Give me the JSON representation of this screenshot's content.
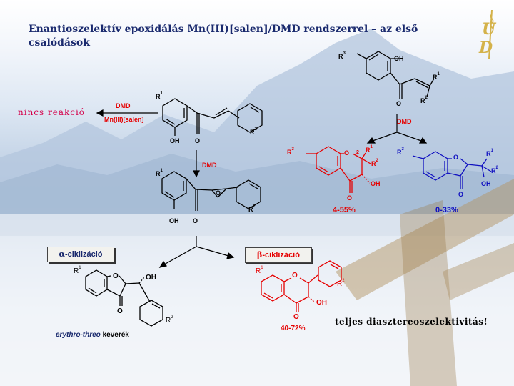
{
  "title": "Enantioszelektív epoxidálás Mn(III)[salen]/DMD rendszerrel – az első csalódások",
  "logo": {
    "letters": [
      "U",
      "D"
    ],
    "color": "#d4b24a"
  },
  "left_arrow": {
    "result": "nincs reakció",
    "reagent_top": "DMD",
    "reagent_bottom": "Mn(III)[salen]"
  },
  "chalcone": {
    "R1": "R",
    "R1_sup": "1",
    "R2": "R",
    "R2_sup": "2",
    "OH": "OH",
    "O": "O"
  },
  "arrow_dmd": "DMD",
  "epoxide": {
    "R1": "R",
    "R1_sup": "1",
    "R2": "R",
    "R2_sup": "2",
    "OH": "OH",
    "O": "O",
    "ring_O": "O"
  },
  "hydroxychalcone": {
    "R3": "R",
    "R3_sup": "3",
    "OH": "OH",
    "R1": "R",
    "R1_sup": "1",
    "R2": "R",
    "R2_sup": "2",
    "O": "O"
  },
  "right_arrow": "DMD",
  "flavanone": {
    "R3": "R",
    "R3_sup": "3",
    "ring_O": "O",
    "pos2": "2",
    "R1": "R",
    "R1_sup": "1",
    "R2": "R",
    "R2_sup": "2",
    "OH": "OH",
    "O": "O",
    "yield": "4-55%"
  },
  "aurone": {
    "R3": "R",
    "R3_sup": "3",
    "ring_O": "O",
    "R1": "R",
    "R1_sup": "1",
    "R2": "R",
    "R2_sup": "2",
    "OH": "OH",
    "O": "O",
    "yield": "0-33%"
  },
  "alpha": {
    "box_greek": "α",
    "box_text": "-ciklizáció",
    "R1": "R",
    "R1_sup": "1",
    "ring_O": "O",
    "OH": "OH",
    "O": "O",
    "R2": "R",
    "R2_sup": "2",
    "note_italic": "erythro-threo",
    "note_rest": " keverék"
  },
  "beta": {
    "box_greek": "β",
    "box_text": "-ciklizáció",
    "R1": "R",
    "R1_sup": "1",
    "ring_O": "O",
    "R2": "R",
    "R2_sup": "2",
    "OH": "OH",
    "O": "O",
    "yield": "40-72%"
  },
  "conclusion": "teljes diasztereoszelektivitás!"
}
